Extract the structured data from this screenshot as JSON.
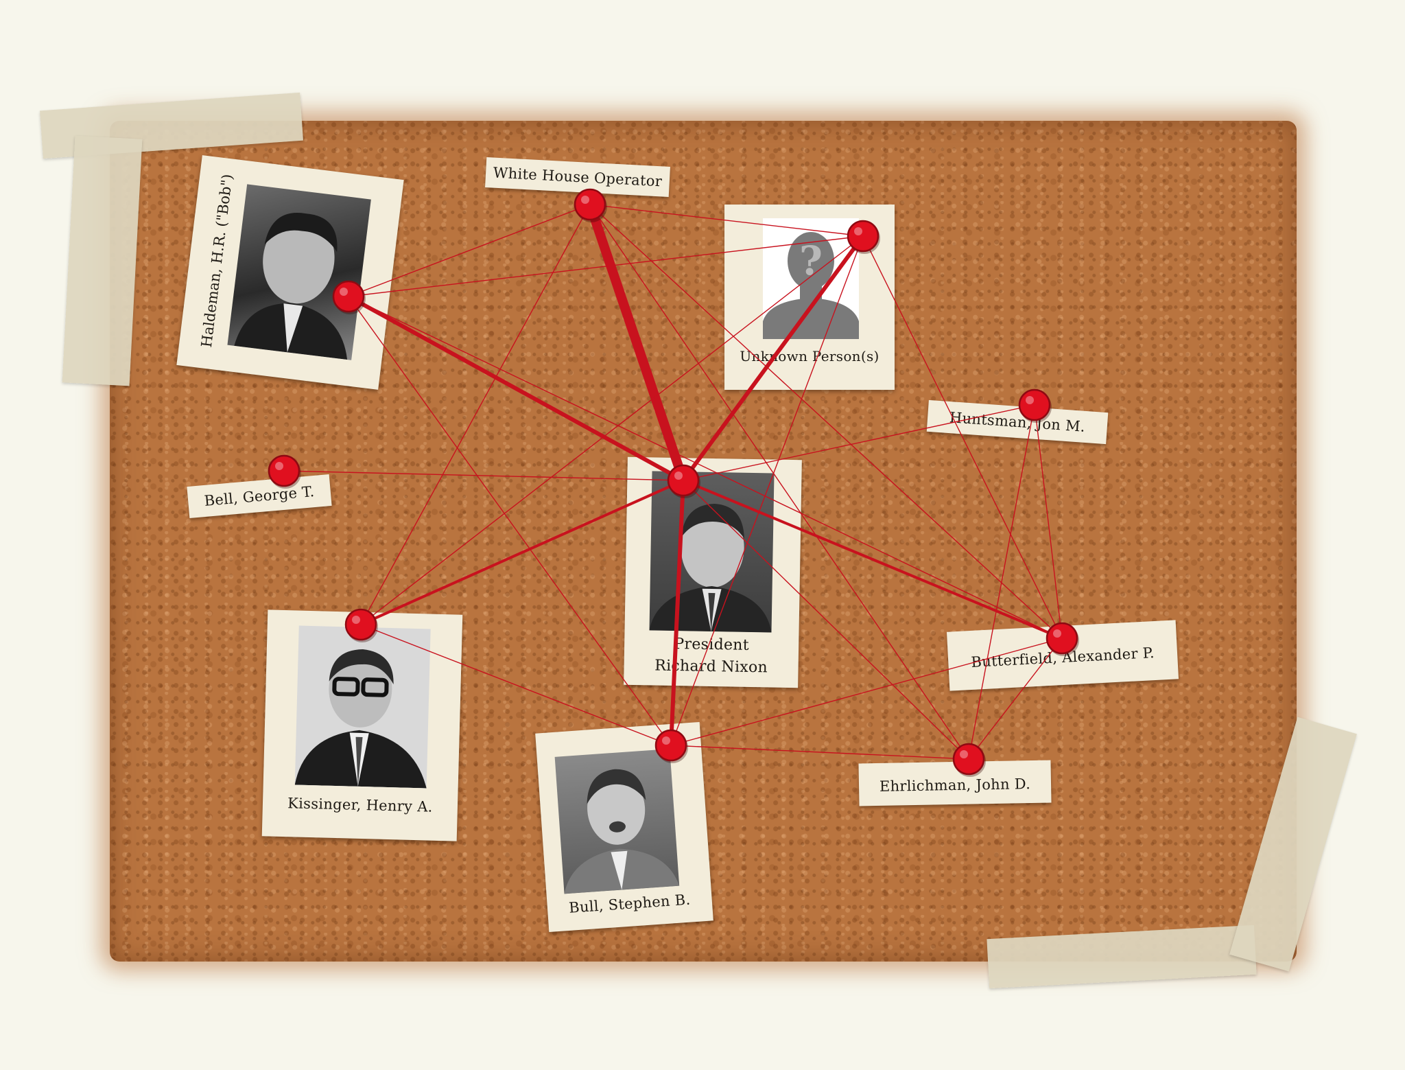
{
  "nodes": {
    "haldeman": {
      "label": "Haldeman, H.R. (\"Bob\")"
    },
    "operator": {
      "label": "White House Operator"
    },
    "unknown": {
      "label": "Unknown Person(s)"
    },
    "huntsman": {
      "label": "Huntsman, Jon M."
    },
    "bell": {
      "label": "Bell, George T."
    },
    "nixon": {
      "label_line1": "President",
      "label_line2": "Richard Nixon"
    },
    "butterfield": {
      "label": "Butterfield, Alexander P."
    },
    "kissinger": {
      "label": "Kissinger, Henry A."
    },
    "bull": {
      "label": "Bull, Stephen B."
    },
    "ehrlichman": {
      "label": "Ehrlichman, John D."
    }
  },
  "connections": [
    {
      "from": "operator",
      "to": "nixon",
      "strength": 5
    },
    {
      "from": "haldeman",
      "to": "nixon",
      "strength": 3
    },
    {
      "from": "unknown",
      "to": "nixon",
      "strength": 3
    },
    {
      "from": "nixon",
      "to": "bull",
      "strength": 3
    },
    {
      "from": "nixon",
      "to": "kissinger",
      "strength": 2
    },
    {
      "from": "nixon",
      "to": "butterfield",
      "strength": 2
    },
    {
      "from": "bell",
      "to": "nixon",
      "strength": 1
    },
    {
      "from": "huntsman",
      "to": "nixon",
      "strength": 1
    },
    {
      "from": "nixon",
      "to": "ehrlichman",
      "strength": 1
    },
    {
      "from": "haldeman",
      "to": "operator",
      "strength": 1
    },
    {
      "from": "haldeman",
      "to": "unknown",
      "strength": 1
    },
    {
      "from": "haldeman",
      "to": "bull",
      "strength": 1
    },
    {
      "from": "haldeman",
      "to": "butterfield",
      "strength": 1
    },
    {
      "from": "operator",
      "to": "unknown",
      "strength": 1
    },
    {
      "from": "operator",
      "to": "kissinger",
      "strength": 1
    },
    {
      "from": "operator",
      "to": "butterfield",
      "strength": 1
    },
    {
      "from": "operator",
      "to": "ehrlichman",
      "strength": 1
    },
    {
      "from": "unknown",
      "to": "kissinger",
      "strength": 1
    },
    {
      "from": "unknown",
      "to": "bull",
      "strength": 1
    },
    {
      "from": "unknown",
      "to": "butterfield",
      "strength": 1
    },
    {
      "from": "huntsman",
      "to": "butterfield",
      "strength": 1
    },
    {
      "from": "huntsman",
      "to": "ehrlichman",
      "strength": 1
    },
    {
      "from": "kissinger",
      "to": "bull",
      "strength": 1
    },
    {
      "from": "bull",
      "to": "butterfield",
      "strength": 1
    },
    {
      "from": "bull",
      "to": "ehrlichman",
      "strength": 1
    },
    {
      "from": "butterfield",
      "to": "ehrlichman",
      "strength": 1
    }
  ],
  "colors": {
    "string": "#c8121e",
    "pin": "#e0101f",
    "cork": "#b9743f",
    "paper": "#f3eddb"
  }
}
